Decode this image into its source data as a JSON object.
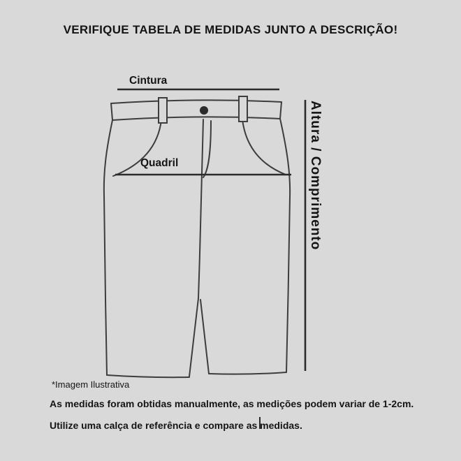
{
  "page": {
    "background_color": "#d9d9d9",
    "drawing_line_color": "#3d3d3d",
    "measure_line_color": "#2b2b2b",
    "text_color": "#141414"
  },
  "header": {
    "title": "VERIFIQUE TABELA DE MEDIDAS JUNTO A DESCRIÇÃO!"
  },
  "diagram": {
    "type": "pants-measurement-guide",
    "labels": {
      "waist": "Cintura",
      "hip": "Quadril",
      "length": "Altura / Comprimento"
    }
  },
  "footer": {
    "illustrative": "*Imagem Ilustrativa",
    "note1": "As medidas foram obtidas manualmente, as medições podem variar de 1-2cm.",
    "note2": "Utilize uma calça de referência e compare as medidas."
  }
}
